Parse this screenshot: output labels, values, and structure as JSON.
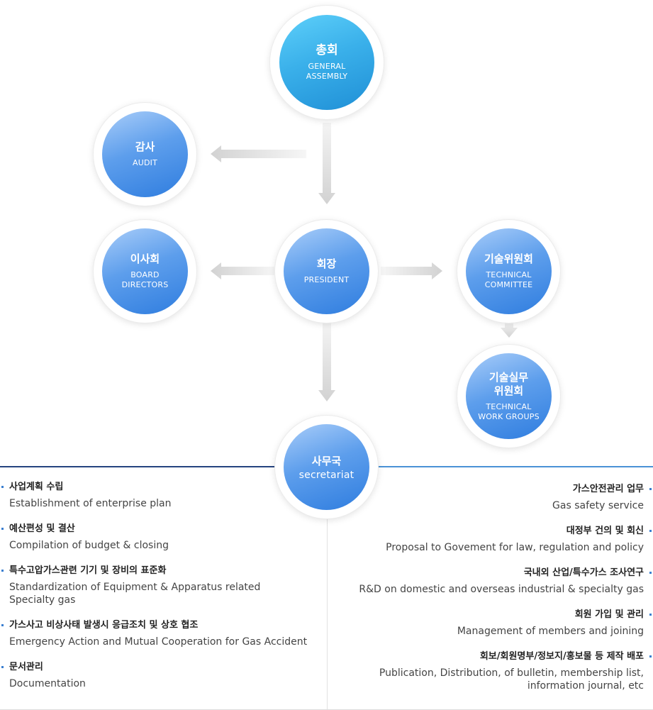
{
  "nodes": {
    "general_assembly": {
      "ko": "총회",
      "en": "GENERAL\nASSEMBLY"
    },
    "audit": {
      "ko": "감사",
      "en": "AUDIT"
    },
    "board_directors": {
      "ko": "이사회",
      "en": "BOARD\nDIRECTORS"
    },
    "president": {
      "ko": "회장",
      "en": "PRESIDENT"
    },
    "technical_committee": {
      "ko": "기술위원회",
      "en": "TECHNICAL\nCOMMITTEE"
    },
    "technical_work_groups": {
      "ko": "기술실무\n위원회",
      "en": "TECHNICAL\nWORK GROUPS"
    },
    "secretariat": {
      "ko": "사무국",
      "en": "secretariat"
    }
  },
  "tasks_left": [
    {
      "ko": "사업계획 수립",
      "en": "Establishment of enterprise plan"
    },
    {
      "ko": "예산편성 및 결산",
      "en": "Compilation of budget & closing"
    },
    {
      "ko": "특수고압가스관련 기기 및 장비의 표준화",
      "en": "Standardization of Equipment & Apparatus related\nSpecialty gas"
    },
    {
      "ko": "가스사고 비상사태 발생시 응급조치 및 상호 협조",
      "en": "Emergency Action and Mutual Cooperation for Gas Accident"
    },
    {
      "ko": "문서관리",
      "en": "Documentation"
    }
  ],
  "tasks_right": [
    {
      "ko": "가스안전관리 업무",
      "en": "Gas safety service"
    },
    {
      "ko": "대정부 건의 및 회신",
      "en": "Proposal to Govement for law, regulation and policy"
    },
    {
      "ko": "국내외 산업/특수가스 조사연구",
      "en": "R&D on domestic and overseas industrial & specialty gas"
    },
    {
      "ko": "회원 가입 및 관리",
      "en": "Management of members and joining"
    },
    {
      "ko": "회보/회원명부/정보지/홍보물 등 제작 배포",
      "en": "Publication, Distribution, of bulletin, membership list,\ninformation journal, etc"
    }
  ],
  "colors": {
    "node_blue": "#4a90e6",
    "node_cyan": "#35aee8",
    "rule_left": "#25447f",
    "rule_right": "#4b92d6",
    "arrow": "#dcdcdc"
  }
}
